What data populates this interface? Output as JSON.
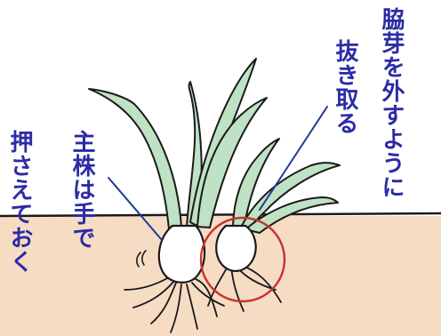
{
  "annotations": {
    "right": {
      "col1": "脇芽を外すように",
      "col2": "抜き取る"
    },
    "left": {
      "col1": "主株は手で",
      "col2": "押さえておく"
    }
  },
  "colors": {
    "soil": "#f7dcc4",
    "leaf": "#bfe2c4",
    "bulb": "#ffffff",
    "outline": "#1a1a1a",
    "annotation_text": "#2c2ca6",
    "pointer_line": "#1f3a96",
    "highlight_circle": "#c8322d"
  }
}
